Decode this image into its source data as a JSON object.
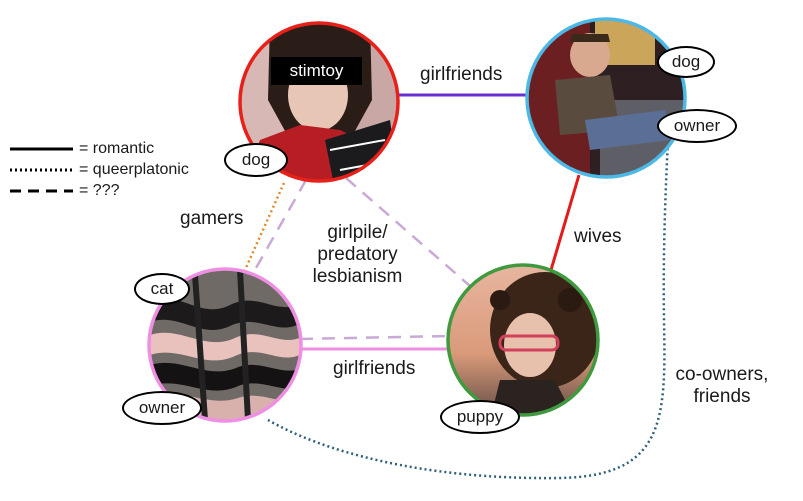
{
  "legend": [
    {
      "style": "solid",
      "text": "= romantic"
    },
    {
      "style": "dotted",
      "text": "= queerplatonic"
    },
    {
      "style": "dashed",
      "text": "= ???"
    }
  ],
  "nodes": {
    "top_left": {
      "ring_color": "#e8201a",
      "tags": [
        "dog"
      ],
      "caption": "stimtoy"
    },
    "top_right": {
      "ring_color": "#4cb8e6",
      "tags": [
        "dog",
        "owner"
      ]
    },
    "bottom_left": {
      "ring_color": "#ef8fe3",
      "tags": [
        "cat",
        "owner"
      ]
    },
    "bottom_right": {
      "ring_color": "#3f9a3f",
      "tags": [
        "puppy"
      ]
    }
  },
  "edges": {
    "top_pair": {
      "label": "girlfriends",
      "color": "#6a2fd1",
      "style": "solid"
    },
    "right_pair": {
      "label": "wives",
      "color": "#e31b1b",
      "style": "solid"
    },
    "bottom_pair": {
      "label": "girlfriends",
      "color": "#ef8fe3",
      "style": "solid"
    },
    "left_pair": {
      "label": "gamers",
      "color": "#e08a2c",
      "style": "dotted"
    },
    "group": {
      "label_lines": [
        "girlpile/",
        "predatory",
        "lesbianism"
      ],
      "color": "#c9a9d6",
      "style": "dashed"
    },
    "far_pair": {
      "label_lines": [
        "co-owners,",
        "friends"
      ],
      "color": "#2f5f7a",
      "style": "dotted"
    }
  }
}
